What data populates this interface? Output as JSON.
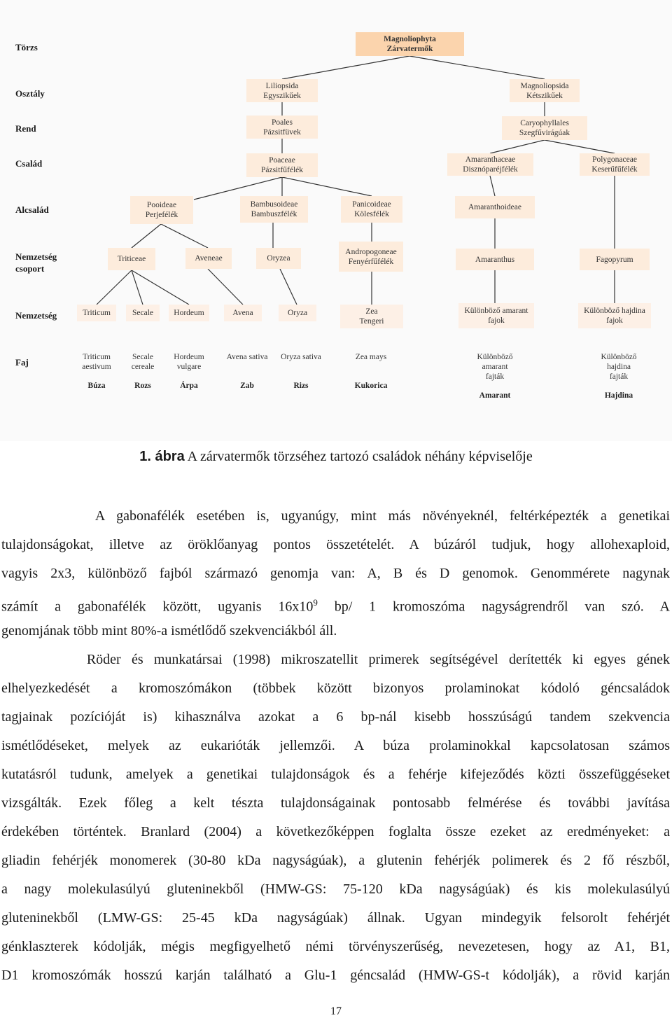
{
  "figure": {
    "ranks": [
      "Törzs",
      "Osztály",
      "Rend",
      "Család",
      "Alcsalád",
      "Nemzetség csoport",
      "Nemzetség",
      "Faj"
    ],
    "root": [
      "Magnoliophyta",
      "Zárvatermők"
    ],
    "classes": [
      [
        "Liliopsida",
        "Egyszikűek"
      ],
      [
        "Magnoliopsida",
        "Kétszikűek"
      ]
    ],
    "orders": [
      [
        "Poales",
        "Pázsitfüvek"
      ],
      [
        "Caryophyllales",
        "Szegfűvirágúak"
      ]
    ],
    "families": [
      [
        "Poaceae",
        "Pázsitfűfélék"
      ],
      [
        "Amaranthaceae",
        "Disznóparéjfélék"
      ],
      [
        "Polygonaceae",
        "Keserűfűfélék"
      ]
    ],
    "subfamilies": [
      [
        "Pooideae",
        "Perjefélék"
      ],
      [
        "Bambusoideae",
        "Bambuszfélék"
      ],
      [
        "Panicoideae",
        "Kölesfélék"
      ],
      [
        "Amaranthoideae"
      ]
    ],
    "tribes": [
      [
        "Triticeae"
      ],
      [
        "Aveneae"
      ],
      [
        "Oryzea"
      ],
      [
        "Andropogoneae",
        "Fenyérfűfélék"
      ],
      [
        "Amaranthus"
      ],
      [
        "Fagopyrum"
      ]
    ],
    "genera": [
      [
        "Triticum"
      ],
      [
        "Secale"
      ],
      [
        "Hordeum"
      ],
      [
        "Avena"
      ],
      [
        "Oryza"
      ],
      [
        "Zea",
        "Tengeri"
      ],
      [
        "Különböző amarant",
        "fajok"
      ],
      [
        "Különböző hajdina",
        "fajok"
      ]
    ],
    "species": [
      [
        "Triticum",
        "aestivum"
      ],
      [
        "Secale",
        "cereale"
      ],
      [
        "Hordeum",
        "vulgare"
      ],
      [
        "Avena sativa"
      ],
      [
        "Oryza sativa"
      ],
      [
        "Zea mays"
      ],
      [
        "Különböző",
        "amarant",
        "fajták"
      ],
      [
        "Különböző",
        "hajdina",
        "fajták"
      ]
    ],
    "common_names": [
      "Búza",
      "Rozs",
      "Árpa",
      "Zab",
      "Rizs",
      "Kukorica",
      "Amarant",
      "Hajdina"
    ]
  },
  "caption": {
    "label": "1. ábra",
    "text": " A zárvatermők törzséhez tartozó családok néhány képviselője"
  },
  "paragraph1": [
    "        A gabonafélék esetében is, ugyanúgy, mint más növényeknél, feltérképezték a genetikai",
    "tulajdonságokat, illetve az öröklőanyag pontos összetételét. A búzáról tudjuk, hogy allohexaploid,",
    "vagyis 2x3, különböző fajból származó genomja van: A, B és D genomok. Genommérete nagynak",
    "számít a gabonafélék között, ugyanis 16x10",
    "9",
    " bp/ 1 kromoszóma nagyságrendről van szó. A",
    "genomjának több mint 80%-a ismétlődő szekvenciákból áll."
  ],
  "paragraph2": [
    "        Röder és munkatársai (1998) mikroszatellit primerek segítségével derítették ki egyes gének",
    "elhelyezkedését a kromoszómákon (többek között bizonyos prolaminokat kódoló géncsaládok",
    "tagjainak pozícióját is) kihasználva azokat a 6 bp-nál kisebb hosszúságú tandem szekvencia",
    "ismétlődéseket, melyek az eukarióták jellemzői. A búza prolaminokkal kapcsolatosan számos",
    "kutatásról tudunk, amelyek a genetikai tulajdonságok és a fehérje kifejeződés közti összefüggéseket",
    "vizsgálták. Ezek főleg a kelt tészta tulajdonságainak pontosabb felmérése és további javítása",
    "érdekében történtek. Branlard (2004) a következőképpen foglalta össze ezeket az eredményeket: a",
    "gliadin fehérjék monomerek (30-80 kDa nagyságúak), a glutenin fehérjék polimerek és 2 fő részből,",
    "a nagy molekulasúlyú gluteninekből (HMW-GS: 75-120 kDa nagyságúak) és kis molekulasúlyú",
    "gluteninekből (LMW-GS: 25-45 kDa nagyságúak) állnak. Ugyan mindegyik felsorolt fehérjét",
    "génklaszterek kódolják, mégis megfigyelhető némi törvényszerűség, nevezetesen, hogy az A1, B1,",
    "D1 kromoszómák hosszú karján található a Glu-1 géncsalád (HMW-GS-t kódolják), a rövid karján"
  ],
  "page_number": "17"
}
